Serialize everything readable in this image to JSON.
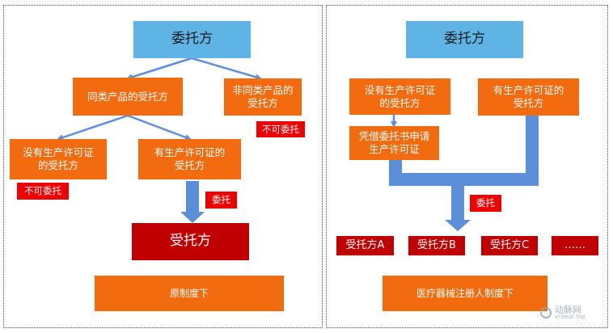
{
  "left": {
    "top": "委托方",
    "same_class": "同类产品的受托方",
    "non_same_class": "非同类产品的\n受托方",
    "no_license": "没有生产许可证\n的受托方",
    "has_license": "有生产许可证的\n受托方",
    "tag_non_same": "不可委托",
    "tag_no_license": "不可委托",
    "tag_entrust": "委托",
    "result": "受托方",
    "footer": "原制度下"
  },
  "right": {
    "top": "委托方",
    "no_license": "没有生产许可证\n的受托方",
    "has_license": "有生产许可证的\n受托方",
    "apply": "凭借委托书申请\n生产许可证",
    "tag_entrust": "委托",
    "results": [
      "受托方A",
      "受托方B",
      "受托方C",
      "……"
    ],
    "footer": "医疗器械注册人制度下"
  },
  "watermark": {
    "name": "动脉网",
    "domain": "vcbeat.top"
  },
  "colors": {
    "blue_box": "#5eb5e5",
    "orange_box": "#f26b0f",
    "dark_red_box": "#c00000",
    "red_tag": "#ee0000",
    "connector": "#5b8fd9"
  }
}
